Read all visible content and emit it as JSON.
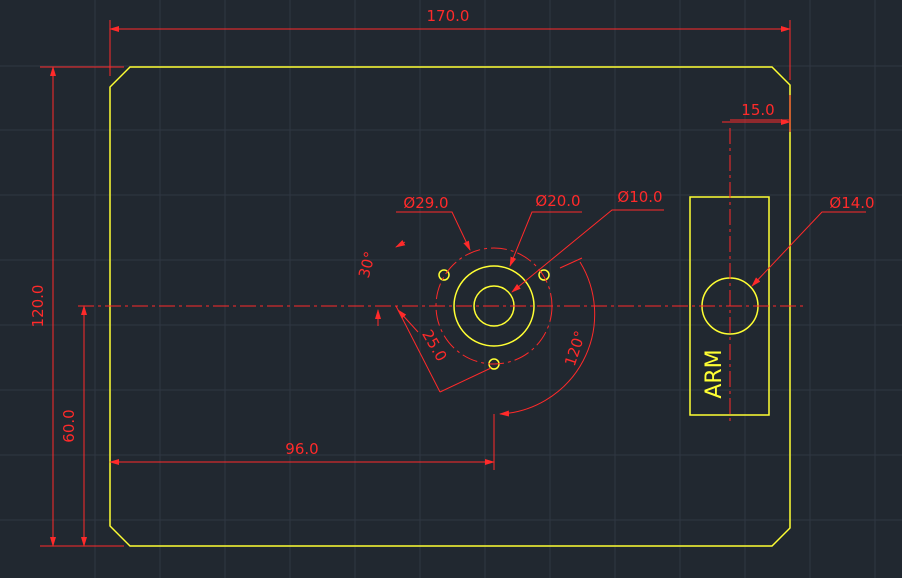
{
  "colors": {
    "background": "#212830",
    "grid": "#2f3742",
    "geometry": "#ffff33",
    "dimension": "#ff2a2a"
  },
  "dimensions": {
    "overall_width": "170.0",
    "overall_height": "120.0",
    "arm_offset": "15.0",
    "pcd_diameter": "Ø29.0",
    "boss_diameter": "Ø20.0",
    "bore_diameter": "Ø10.0",
    "arm_hole_diameter": "Ø14.0",
    "angle_small": "30°",
    "radius": "25.0",
    "angle_large": "120°",
    "center_x": "96.0",
    "center_y": "60.0"
  },
  "labels": {
    "arm": "ARM"
  }
}
